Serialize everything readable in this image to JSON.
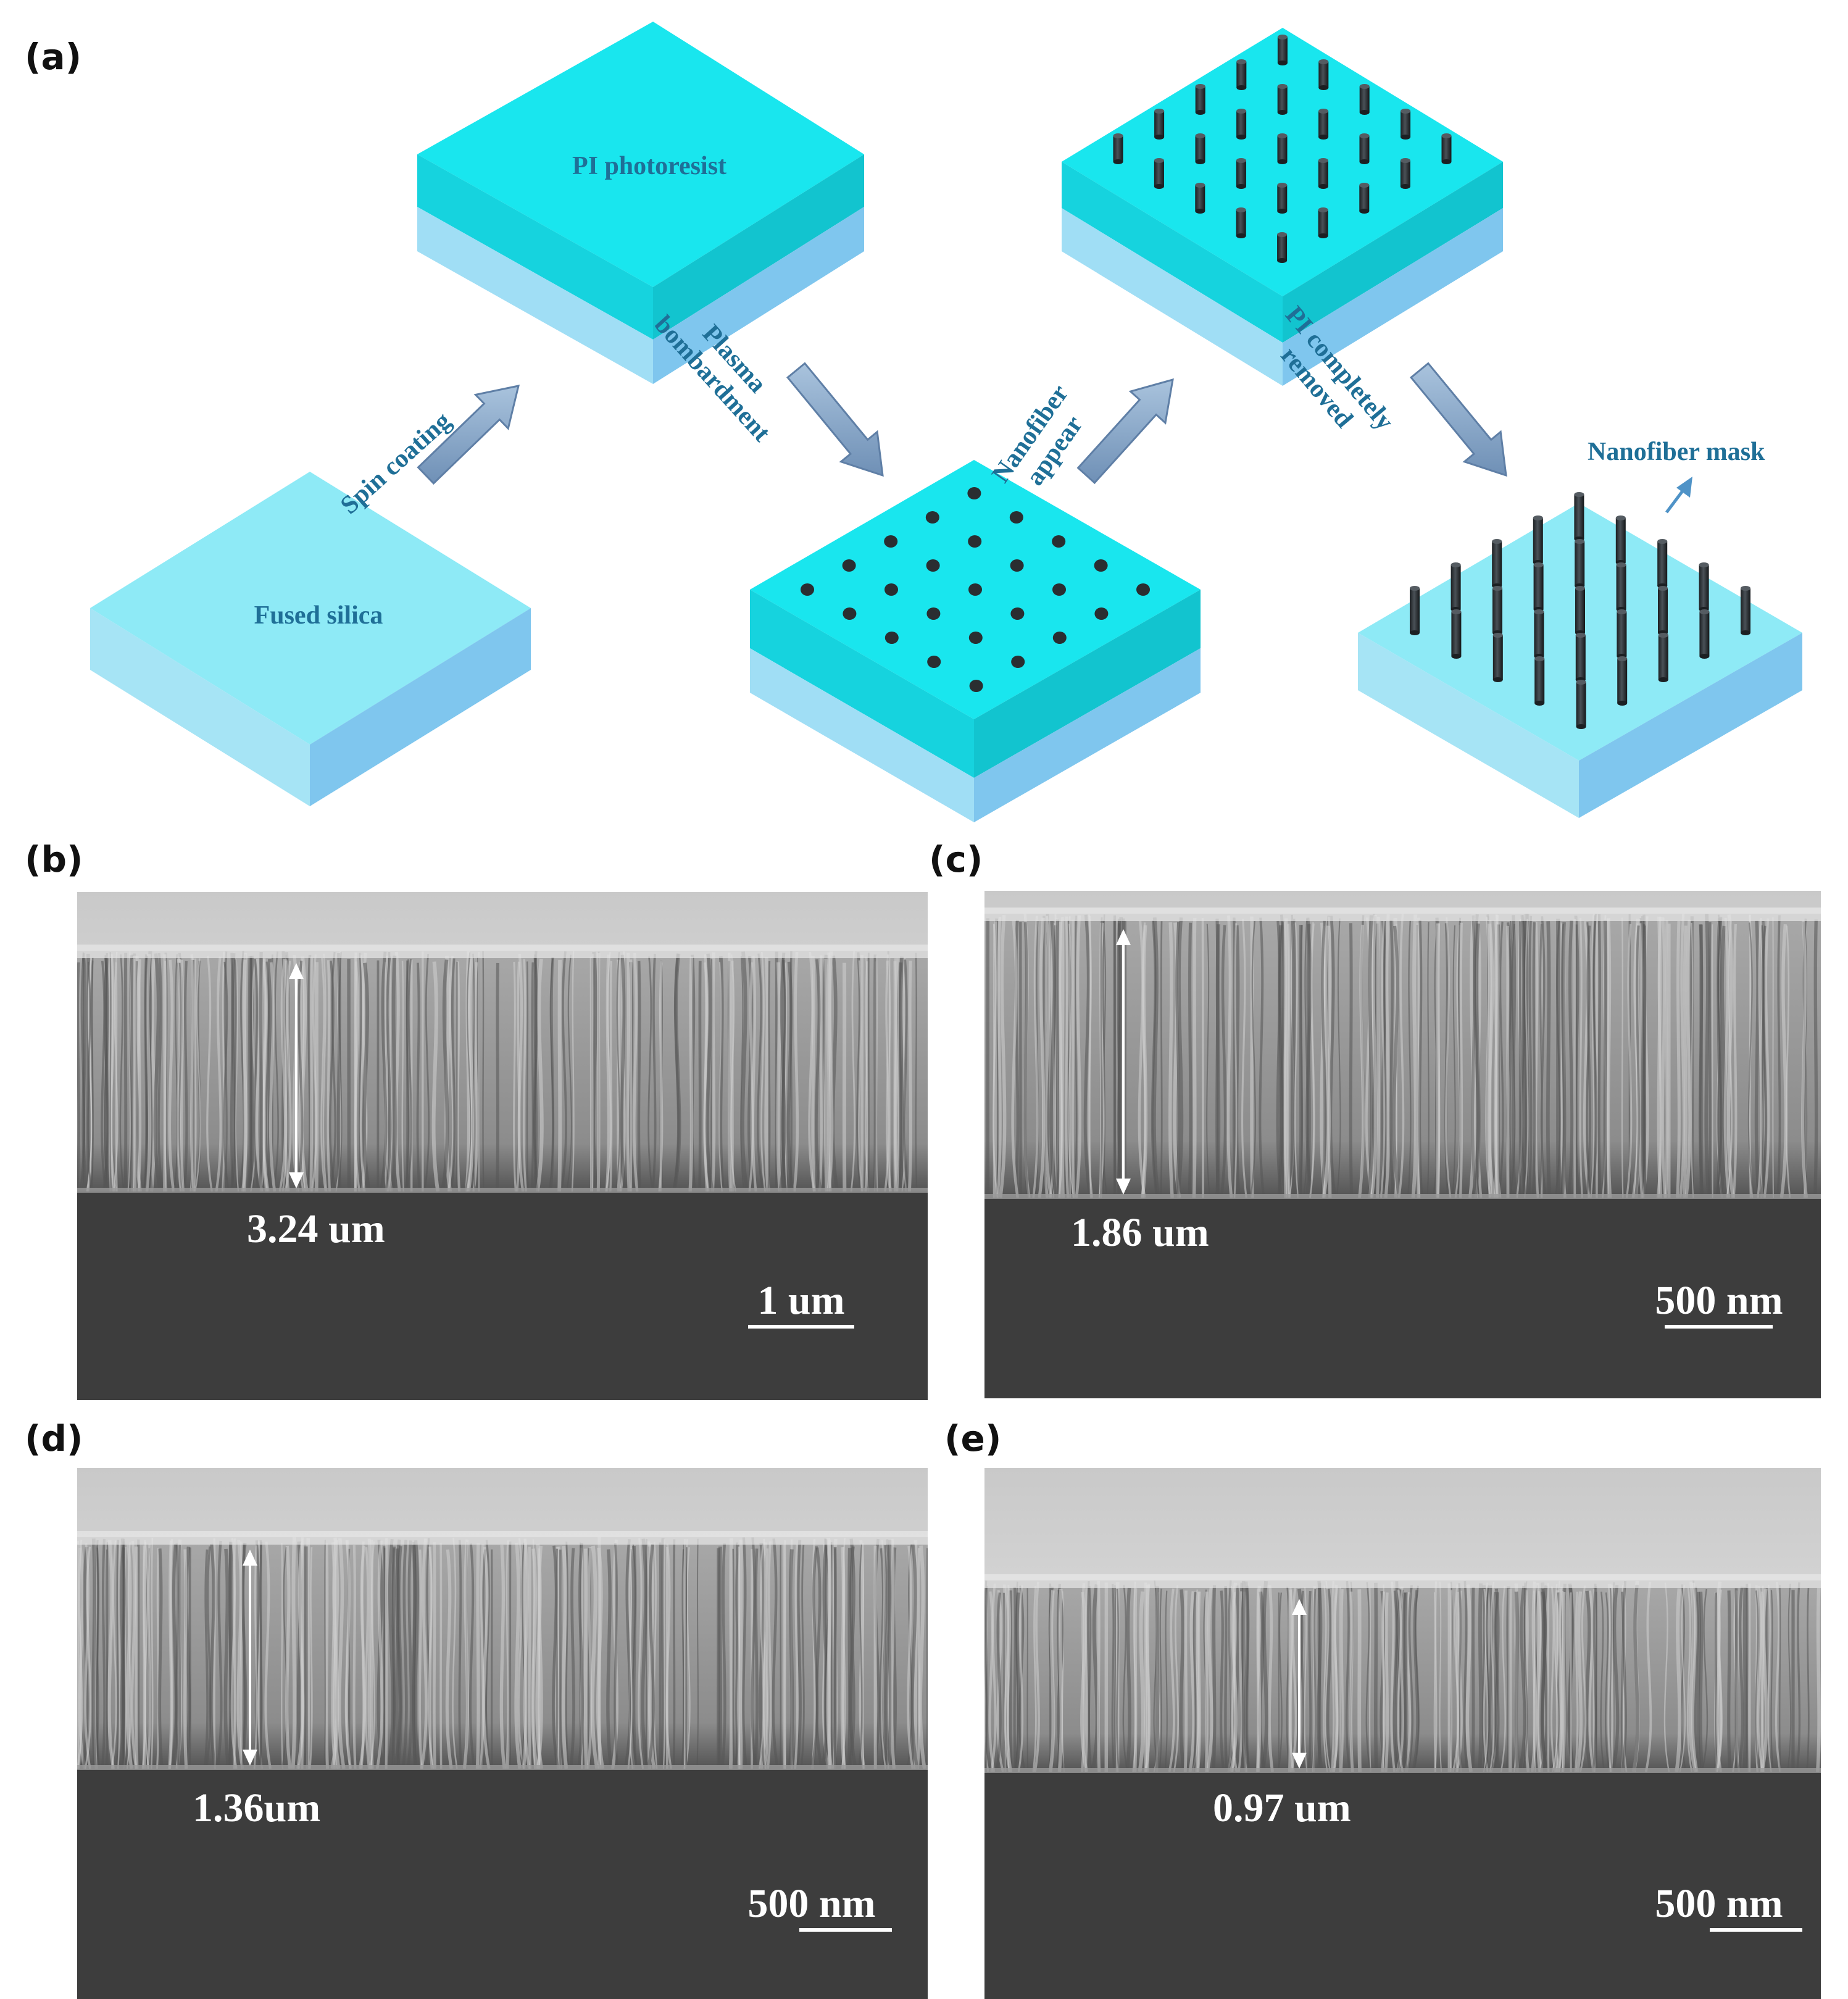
{
  "panels": {
    "a": "(a)",
    "b": "(b)",
    "c": "(c)",
    "d": "(d)",
    "e": "(e)"
  },
  "schematic": {
    "substrate_label": "Fused silica",
    "photoresist_label": "PI photoresist",
    "mask_label": "Nanofiber mask",
    "steps": [
      {
        "lines": [
          "Spin coating"
        ]
      },
      {
        "lines": [
          "Plasma",
          "bombardment"
        ]
      },
      {
        "lines": [
          "Nanofiber",
          "appear"
        ]
      },
      {
        "lines": [
          "PI completely",
          "removed"
        ]
      }
    ],
    "colors": {
      "resist_top": "#19e6ee",
      "resist_side": "#12c4cf",
      "silica_top": "#8eeaf6",
      "silica_side": "#7fc6ee",
      "arrow": "#7d9fc4",
      "text": "#1f6f97",
      "fiber": "#2f3438"
    }
  },
  "sem": [
    {
      "id": "b",
      "thickness_label": "3.24 um",
      "scale_bar": "1 um"
    },
    {
      "id": "c",
      "thickness_label": "1.86 um",
      "scale_bar": "500 nm"
    },
    {
      "id": "d",
      "thickness_label": "1.36um",
      "scale_bar": "500 nm"
    },
    {
      "id": "e",
      "thickness_label": "0.97 um",
      "scale_bar": "500 nm"
    }
  ]
}
